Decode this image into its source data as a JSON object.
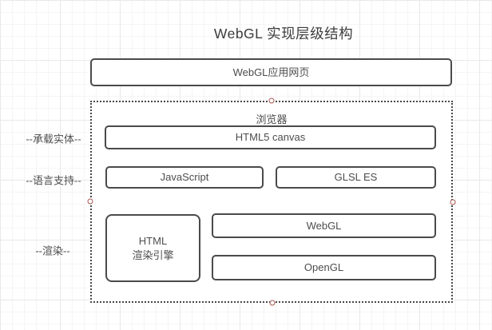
{
  "title": "WebGL 实现层级结构",
  "nodes": {
    "app_page": "WebGL应用网页",
    "browser": "浏览器",
    "html5_canvas": "HTML5 canvas",
    "javascript": "JavaScript",
    "glsl_es": "GLSL ES",
    "html_engine_line1": "HTML",
    "html_engine_line2": "渲染引擎",
    "webgl": "WebGL",
    "opengl": "OpenGL"
  },
  "side_labels": {
    "hosting": "--承载实体--",
    "language": "--语言支持--",
    "render": "--渲染--"
  },
  "colors": {
    "box_border": "#4a4a4a",
    "text": "#4d4d4d",
    "selection_handle": "#a85550",
    "background": "#ffffff"
  }
}
